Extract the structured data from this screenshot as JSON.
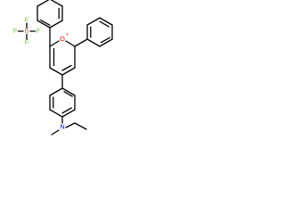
{
  "molecule": {
    "colors": {
      "bond": "#000000",
      "oxygen": "#ff0000",
      "fluorine": "#6fbf2a",
      "boron": "#c47a6a",
      "nitrogen": "#0000ff",
      "background": "#ffffff"
    },
    "counterion": {
      "fluorine_label": "F",
      "boron_label": "B",
      "boron_charge": "−"
    },
    "cation": {
      "oxygen_label": "O",
      "oxygen_charge": "+",
      "nitrogen_label": "N"
    }
  }
}
